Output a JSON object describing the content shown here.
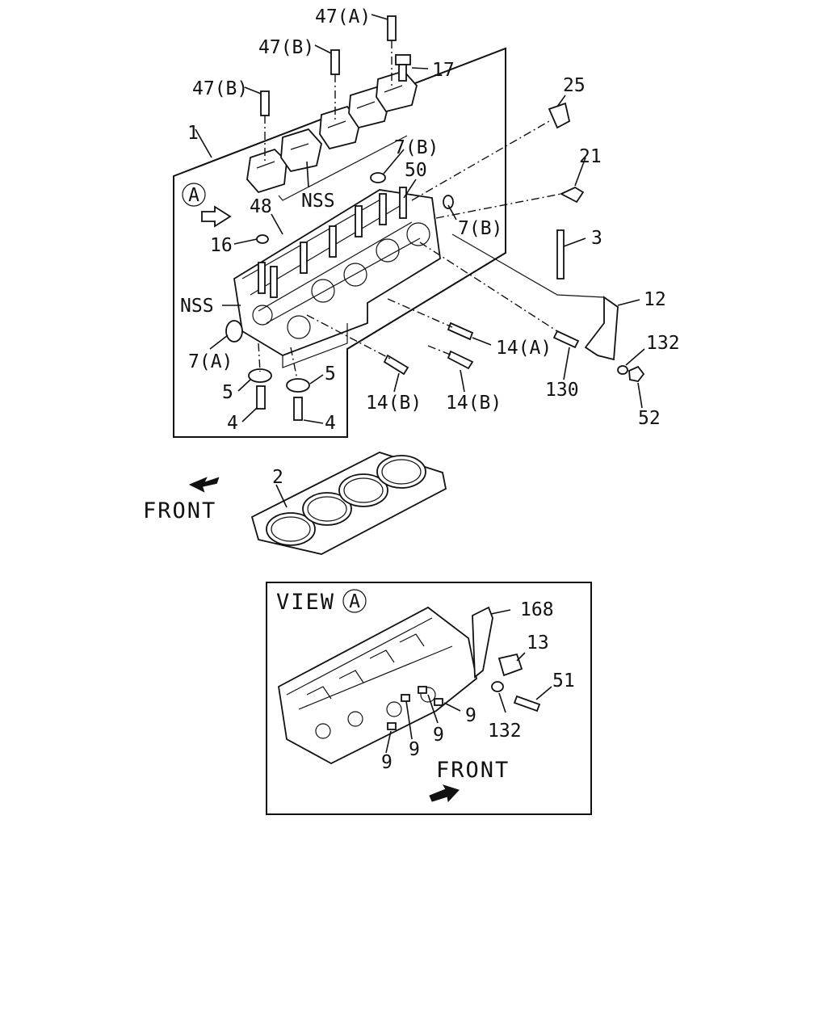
{
  "labels": {
    "p47a": "47(A)",
    "p47b_top": "47(B)",
    "p47b_left": "47(B)",
    "p17": "17",
    "p25": "25",
    "p1": "1",
    "p7b_upper": "7(B)",
    "p50": "50",
    "p21": "21",
    "nss_upper": "NSS",
    "p48": "48",
    "p7b_right": "7(B)",
    "p16": "16",
    "p3": "3",
    "nss_left": "NSS",
    "p12": "12",
    "p14a": "14(A)",
    "p132": "132",
    "p7a": "7(A)",
    "p5_left": "5",
    "p5_right": "5",
    "p130": "130",
    "p14b_left": "14(B)",
    "p14b_right": "14(B)",
    "p52": "52",
    "p4_left": "4",
    "p4_right": "4",
    "p2": "2",
    "front_top": "FRONT",
    "view_title": "VIEW",
    "view_marker": "A",
    "marker_a": "A",
    "p168": "168",
    "p13": "13",
    "p51": "51",
    "p9_a": "9",
    "p9_b": "9",
    "p9_c": "9",
    "p9_d": "9",
    "p132_view": "132",
    "front_view": "FRONT"
  }
}
